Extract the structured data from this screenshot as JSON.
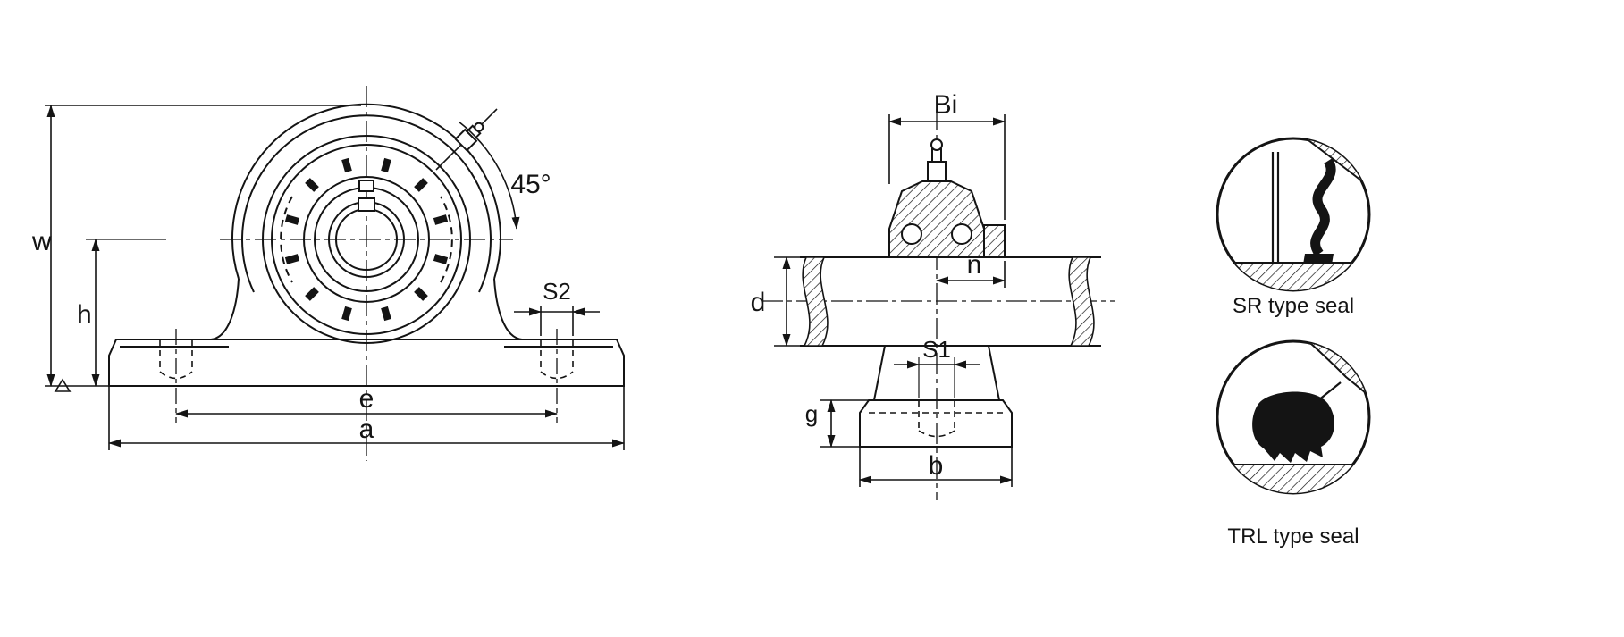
{
  "front_view": {
    "labels": {
      "w": "w",
      "h": "h",
      "e": "e",
      "a": "a",
      "s2": "S2",
      "angle": "45°"
    }
  },
  "side_view": {
    "labels": {
      "bi": "Bi",
      "n": "n",
      "d": "d",
      "s1": "S1",
      "g": "g",
      "b": "b"
    }
  },
  "seal_details": {
    "sr": "SR type seal",
    "trl": "TRL type seal"
  },
  "colors": {
    "line": "#141414",
    "background": "#ffffff"
  }
}
